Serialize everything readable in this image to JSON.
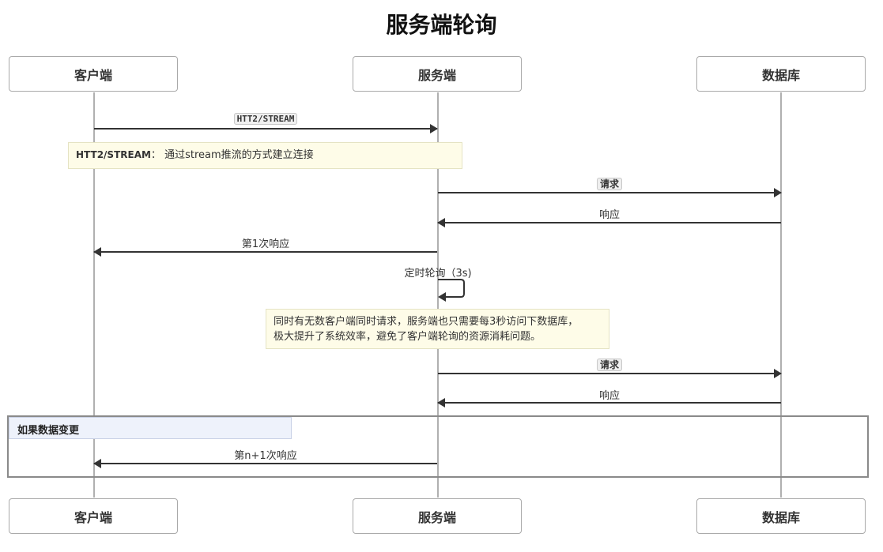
{
  "title": "服务端轮询",
  "participants": {
    "client": "客户端",
    "server": "服务端",
    "database": "数据库"
  },
  "messages": {
    "m1": "HTT2/STREAM",
    "m2": "请求",
    "m3": "响应",
    "m4": "第1次响应",
    "m5": "定时轮询（3s)",
    "m6": "请求",
    "m7": "响应",
    "m8": "第n+1次响应"
  },
  "notes": {
    "note1_key": "HTT2/STREAM",
    "note1_sep": "：",
    "note1_text": "通过stream推流的方式建立连接",
    "note2_line1": "同时有无数客户端同时请求，服务端也只需要每3秒访问下数据库，",
    "note2_line2": "极大提升了系统效率，避免了客户端轮询的资源消耗问题。"
  },
  "group": {
    "label": "如果数据变更"
  }
}
